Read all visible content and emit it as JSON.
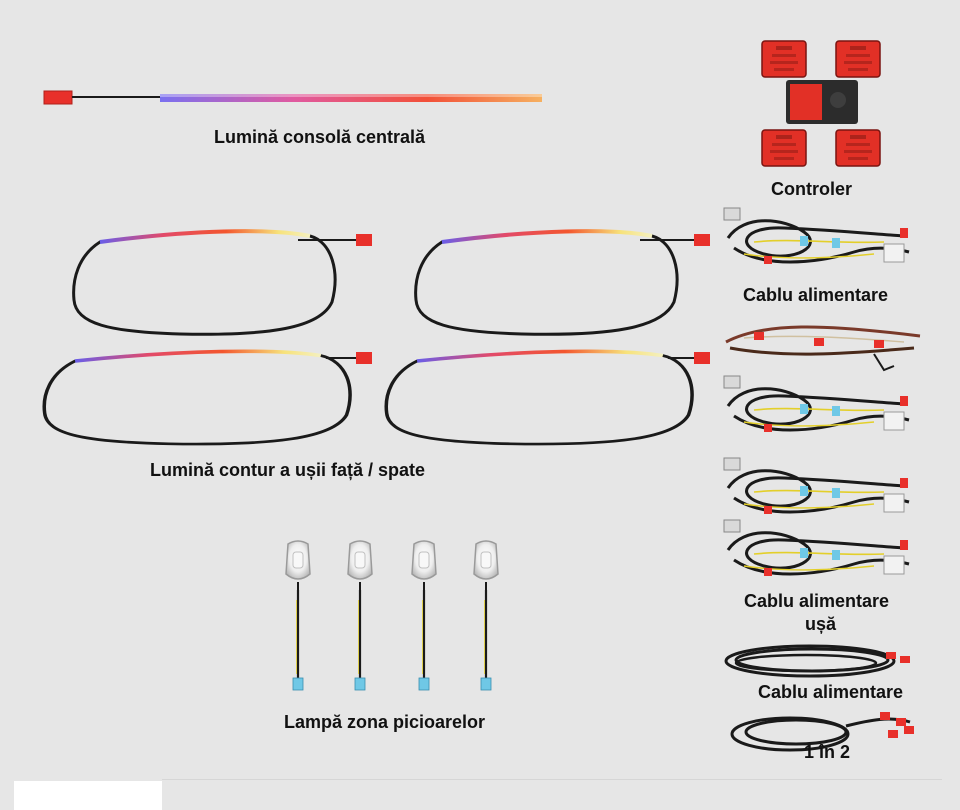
{
  "labels": {
    "console_light": "Lumină consolă centrală",
    "controller": "Controler",
    "power_cable_1": "Cablu alimentare",
    "door_outline_light": "Lumină contur a ușii față / spate",
    "door_power_cable_line1": "Cablu alimentare",
    "door_power_cable_line2": "ușă",
    "power_cable_2": "Cablu alimentare",
    "one_in_two": "1 în 2",
    "footwell_lamp": "Lampă zona picioarelor"
  },
  "colors": {
    "background": "#e6e6e6",
    "connector_red": "#e8302a",
    "connector_blue": "#6fc8e6",
    "cable_black": "#1a1a1a",
    "wire_yellow": "#e3cf2a",
    "controller_dark": "#2c2c2c",
    "led_red": "#f04a3c",
    "led_blue": "#6f63e8",
    "led_yellow": "#f5ea88"
  },
  "counts": {
    "door_outline_strips": 4,
    "footwell_lamps": 4,
    "controller_modules": 4,
    "power_harnesses": 5
  }
}
